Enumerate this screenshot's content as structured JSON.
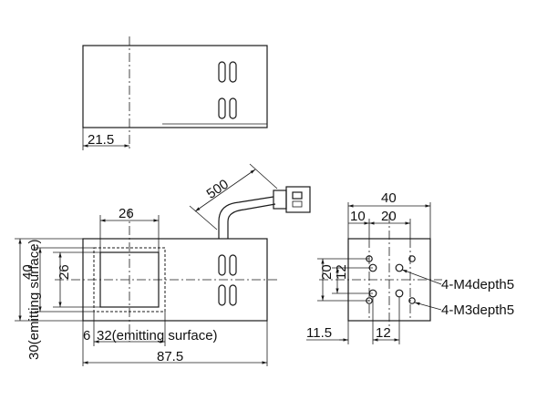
{
  "dimensions": {
    "top_width_offset": "21.5",
    "cable_length": "500",
    "opening_width": "26",
    "front_height": "40",
    "opening_height": "26",
    "emitting_height": "30(emitting surface)",
    "left_offset": "6",
    "emitting_width": "32(emitting surface)",
    "total_length": "87.5",
    "side_width": "40",
    "side_offset_a": "10",
    "side_spacing_a": "20",
    "side_spacing_v1": "20",
    "side_spacing_v2": "12",
    "bottom_offset": "11.5",
    "bottom_spacing": "12"
  },
  "callouts": {
    "m4": "4-M4depth5",
    "m3": "4-M3depth5"
  },
  "colors": {
    "line": "#1a1a1a",
    "background": "#ffffff"
  }
}
